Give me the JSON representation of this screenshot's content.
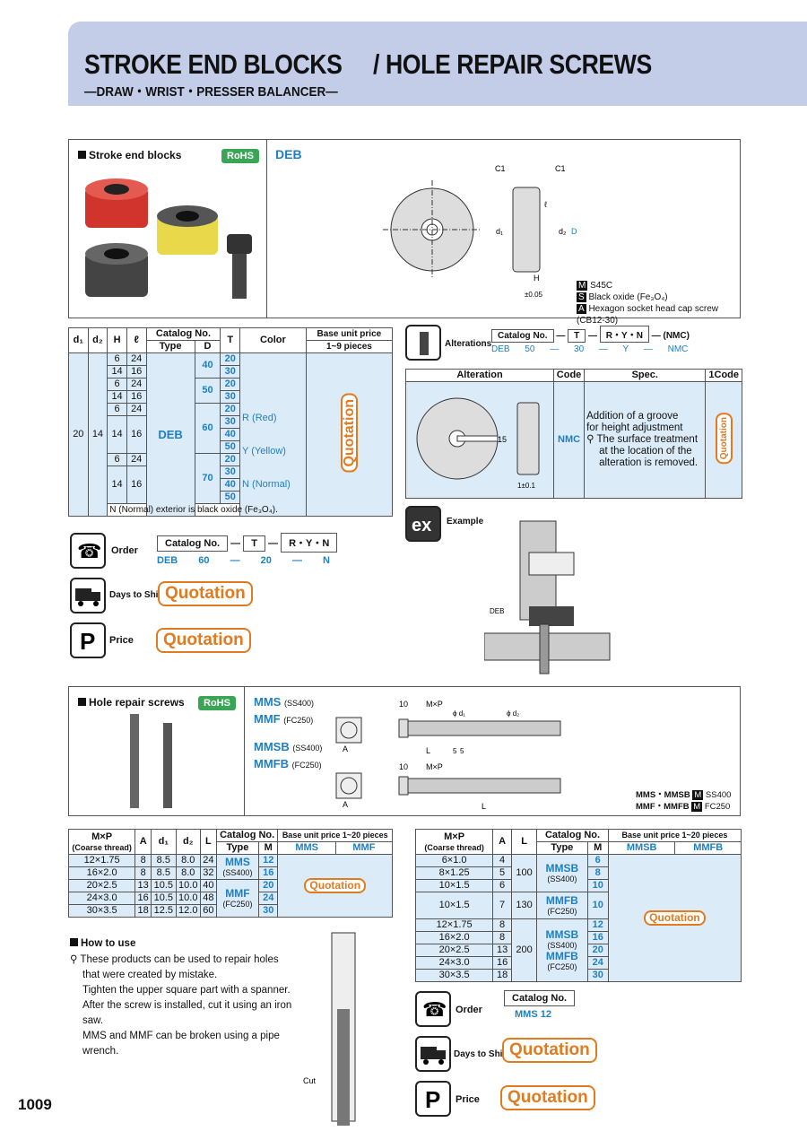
{
  "header": {
    "title_left": "STROKE END BLOCKS",
    "title_right": "/ HOLE REPAIR SCREWS",
    "subtitle": "—DRAW・WRIST・PRESSER BALANCER—"
  },
  "deb": {
    "section_label": "Stroke end blocks",
    "rohs": "RoHS",
    "type": "DEB",
    "dim_labels": {
      "c1a": "C1",
      "c1b": "C1",
      "l": "ℓ",
      "d1": "d₁",
      "d2": "d₂",
      "D": "D",
      "H": "H",
      "tol": "±0.05"
    },
    "materials": [
      {
        "tag": "M",
        "text": "S45C"
      },
      {
        "tag": "S",
        "text": "Black oxide (Fe₃O₄)"
      },
      {
        "tag": "A",
        "text": "Hexagon socket head cap screw (CB12-30)"
      }
    ],
    "table": {
      "headers": [
        "d₁",
        "d₂",
        "H",
        "ℓ",
        "Catalog No.",
        "Type",
        "D",
        "T",
        "Color",
        "Base unit price",
        "1~9 pieces"
      ],
      "d1": "20",
      "d2": "14",
      "type": "DEB",
      "rows": [
        {
          "H": "6",
          "l": "24"
        },
        {
          "H": "14",
          "l": "16"
        },
        {
          "H": "6",
          "l": "24"
        },
        {
          "H": "14",
          "l": "16"
        },
        {
          "H": "6",
          "l": "24"
        },
        {
          "H": "14",
          "l": "16"
        },
        {
          "H": "6",
          "l": "24"
        },
        {
          "H": "14",
          "l": "16"
        }
      ],
      "D": [
        "40",
        "50",
        "60",
        "70"
      ],
      "T": [
        "20",
        "30",
        "20",
        "30",
        "20",
        "30",
        "40",
        "50",
        "20",
        "30",
        "40",
        "50"
      ],
      "colors": [
        "R (Red)",
        "Y (Yellow)",
        "N (Normal)"
      ],
      "price": "Quotation",
      "note": "N (Normal) exterior is black oxide (Fe₃O₄)."
    },
    "order": {
      "label": "Order",
      "cells": [
        "Catalog No.",
        "T",
        "R・Y・N"
      ],
      "example": [
        "DEB 60",
        "20",
        "N"
      ]
    },
    "days": {
      "label": "Days to Ship",
      "value": "Quotation"
    },
    "price": {
      "label": "Price",
      "value": "Quotation"
    }
  },
  "alterations": {
    "label": "Alterations",
    "cells": [
      "Catalog No.",
      "T",
      "R・Y・N",
      "(NMC)"
    ],
    "example": [
      "DEB 50",
      "30",
      "Y",
      "NMC"
    ],
    "headers": [
      "Alteration",
      "Code",
      "Spec.",
      "1Code"
    ],
    "code": "NMC",
    "spec": [
      "Addition of a groove",
      "for height adjustment",
      "The surface treatment",
      "at the location of the",
      "alteration is removed."
    ],
    "dim": "15",
    "tol": "1±0.1",
    "price": "Quotation"
  },
  "example": {
    "label": "Example",
    "deb_label": "DEB"
  },
  "screws": {
    "section_label": "Hole repair screws",
    "rohs": "RoHS",
    "types": [
      {
        "name": "MMS",
        "mat": "(SS400)"
      },
      {
        "name": "MMF",
        "mat": "(FC250)"
      },
      {
        "name": "MMSB",
        "mat": "(SS400)"
      },
      {
        "name": "MMFB",
        "mat": "(FC250)"
      }
    ],
    "dim_labels": {
      "ten1": "10",
      "mxp": "M×P",
      "d1": "ϕ d₁",
      "d2": "ϕ d₂",
      "A": "A",
      "L": "L",
      "five": "5",
      "five2": "5",
      "ten2": "10",
      "mxp2": "M×P",
      "L2": "L",
      "A2": "A"
    },
    "materials": [
      {
        "k": "MMS・MMSB",
        "tag": "M",
        "v": "SS400"
      },
      {
        "k": "MMF・MMFB",
        "tag": "M",
        "v": "FC250"
      }
    ],
    "table1": {
      "headers": [
        "M×P",
        "(Coarse thread)",
        "A",
        "d₁",
        "d₂",
        "L",
        "Catalog No.",
        "Type",
        "M",
        "Base unit price 1~20 pieces",
        "MMS",
        "MMF"
      ],
      "rows": [
        [
          "12×1.75",
          "8",
          "8.5",
          "8.0",
          "24",
          "12"
        ],
        [
          "16×2.0",
          "8",
          "8.5",
          "8.0",
          "32",
          "16"
        ],
        [
          "20×2.5",
          "13",
          "10.5",
          "10.0",
          "40",
          "20"
        ],
        [
          "24×3.0",
          "16",
          "10.5",
          "10.0",
          "48",
          "24"
        ],
        [
          "30×3.5",
          "18",
          "12.5",
          "12.0",
          "60",
          "30"
        ]
      ],
      "t1": "MMS",
      "t1m": "(SS400)",
      "t2": "MMF",
      "t2m": "(FC250)",
      "price": "Quotation"
    },
    "table2": {
      "headers": [
        "M×P",
        "(Coarse thread)",
        "A",
        "L",
        "Catalog No.",
        "Type",
        "M",
        "Base unit price 1~20 pieces",
        "MMSB",
        "MMFB"
      ],
      "mp": [
        "6×1.0",
        "8×1.25",
        "10×1.5",
        "10×1.5",
        "12×1.75",
        "16×2.0",
        "20×2.5",
        "24×3.0",
        "30×3.5"
      ],
      "A": [
        "4",
        "5",
        "6",
        "7",
        "8",
        "8",
        "13",
        "16",
        "18"
      ],
      "L": [
        "100",
        "130",
        "200"
      ],
      "M": [
        "6",
        "8",
        "10",
        "10",
        "12",
        "16",
        "20",
        "24",
        "30"
      ],
      "types": [
        "MMSB",
        "(SS400)",
        "MMFB",
        "(FC250)",
        "MMSB",
        "(SS400)",
        "MMFB",
        "(FC250)"
      ],
      "price": "Quotation"
    },
    "howto": {
      "title": "How to use",
      "lines": [
        "These products can be used to repair holes",
        "that were created by mistake.",
        "Tighten the upper square part with a spanner.",
        "After the screw is installed, cut it using an iron",
        "saw.",
        "MMS and MMF can be broken using a pipe",
        "wrench."
      ],
      "cut": "Cut"
    },
    "order": {
      "label": "Order",
      "cell": "Catalog No.",
      "example": "MMS 12"
    },
    "days": {
      "label": "Days to Ship",
      "value": "Quotation"
    },
    "price": {
      "label": "Price",
      "value": "Quotation"
    }
  },
  "page_number": "1009",
  "colors": {
    "header_bg": "#c3cde8",
    "accent_blue": "#1e7fc2",
    "quote_orange": "#e07b20",
    "table_blue": "#dcebf8",
    "rohs_green": "#3aa655"
  }
}
